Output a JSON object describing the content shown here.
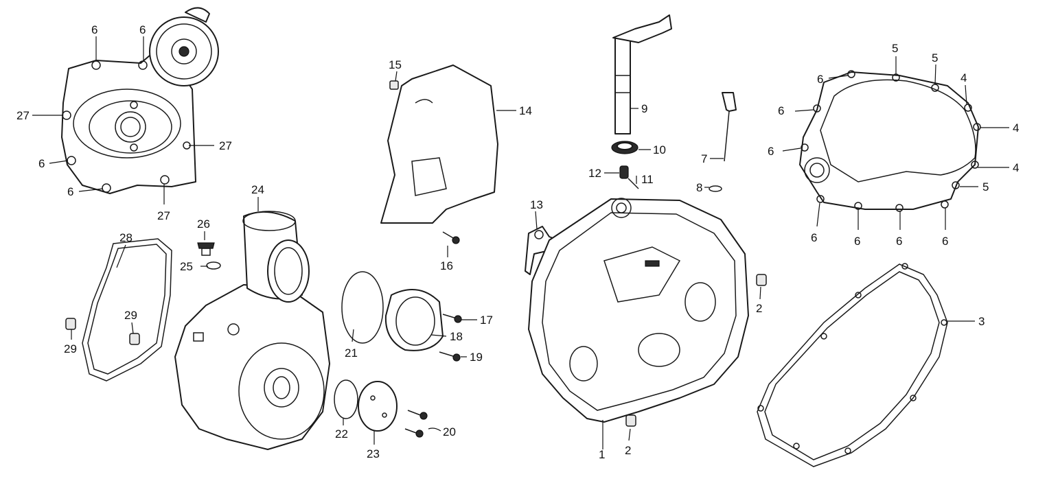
{
  "labels": {
    "l1": "1",
    "l2": "2",
    "l3": "3",
    "l4": "4",
    "l5": "5",
    "l6": "6",
    "l7": "7",
    "l8": "8",
    "l9": "9",
    "l10": "10",
    "l11": "11",
    "l12": "12",
    "l13": "13",
    "l14": "14",
    "l15": "15",
    "l16": "16",
    "l17": "17",
    "l18": "18",
    "l19": "19",
    "l20": "20",
    "l21": "21",
    "l22": "22",
    "l23": "23",
    "l24": "24",
    "l25": "25",
    "l26": "26",
    "l27": "27",
    "l28": "28",
    "l29": "29"
  },
  "colors": {
    "line": "#1a1a1a",
    "background": "#ffffff"
  }
}
